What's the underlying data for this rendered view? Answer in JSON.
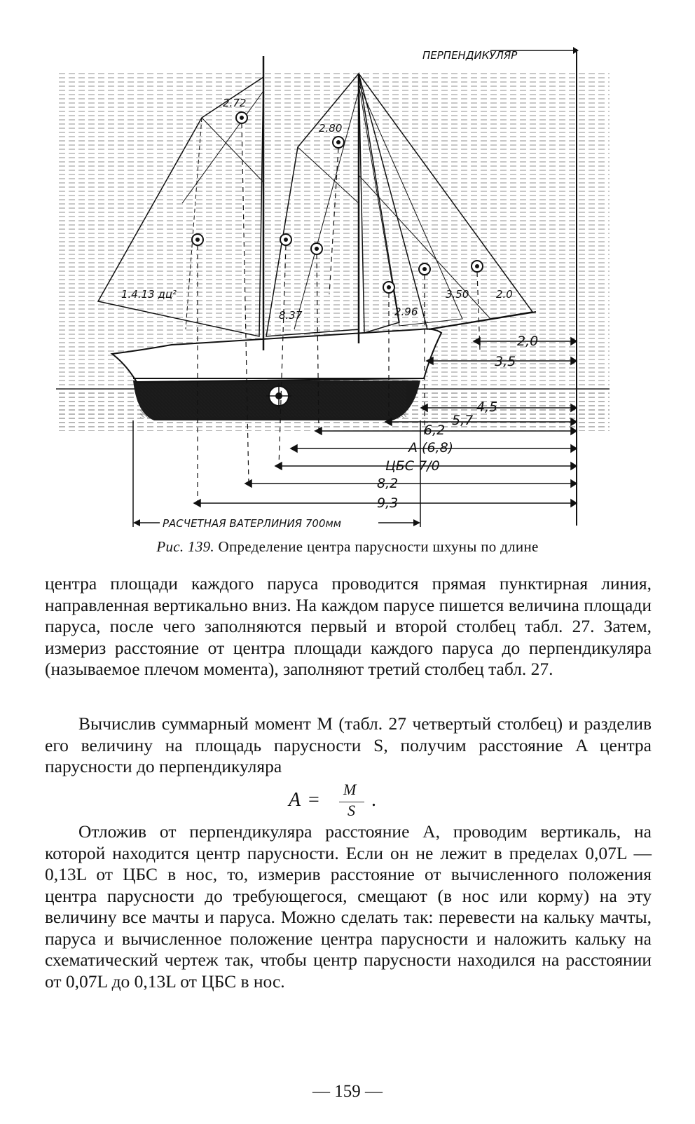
{
  "figure": {
    "perpendicular_label": "ПЕРПЕНДИКУЛЯР",
    "waterline_label": "РАСЧЕТНАЯ ВАТЕРЛИНИЯ 700мм",
    "sail_areas": [
      "1.4.13 дц²",
      "2.72",
      "2.80",
      "8.37",
      "2.96",
      "3.50",
      "2.0"
    ],
    "arm_labels": [
      "2,0",
      "3,5",
      "4,5",
      "5,7",
      "6,2",
      "A (6,8)",
      "ЦБС 7/0",
      "8,2",
      "9,3"
    ]
  },
  "caption": {
    "number": "Рис. 139.",
    "text": "Определение центра парусности шхуны по длине"
  },
  "paragraphs": {
    "p1": "центра площади каждого паруса проводится прямая пунктирная линия, направленная вертикально вниз. На каждом парусе пишется величина площади паруса, после чего заполняются первый и второй столбец табл. 27. Затем, измериз расстояние от центра площади каждого паруса до перпендикуляра (называемое плечом момента), заполняют третий столбец табл. 27.",
    "p2": "Вычислив суммарный момент M (табл. 27 четвертый столбец) и разделив его величину на площадь парусности S, получим расстояние A центра парусности до перпендикуляра",
    "p3": "Отложив от перпендикуляра расстояние A, проводим вертикаль, на которой находится центр парусности. Если он не лежит в пределах 0,07L — 0,13L от ЦБС в нос, то, измерив расстояние от вычисленного положения центра парусности до требующегося, смещают (в нос или корму) на эту величину все мачты и паруса. Можно сделать так: перевести на кальку мачты, паруса и вычисленное положение центра парусности и наложить кальку на схематический чертеж так, чтобы центр парусности находился на расстоянии от 0,07L до 0,13L от ЦБС в нос."
  },
  "formula": {
    "lhs": "A",
    "eq": "=",
    "numerator": "M",
    "denominator": "S",
    "end": "."
  },
  "page_number": "— 159 —"
}
